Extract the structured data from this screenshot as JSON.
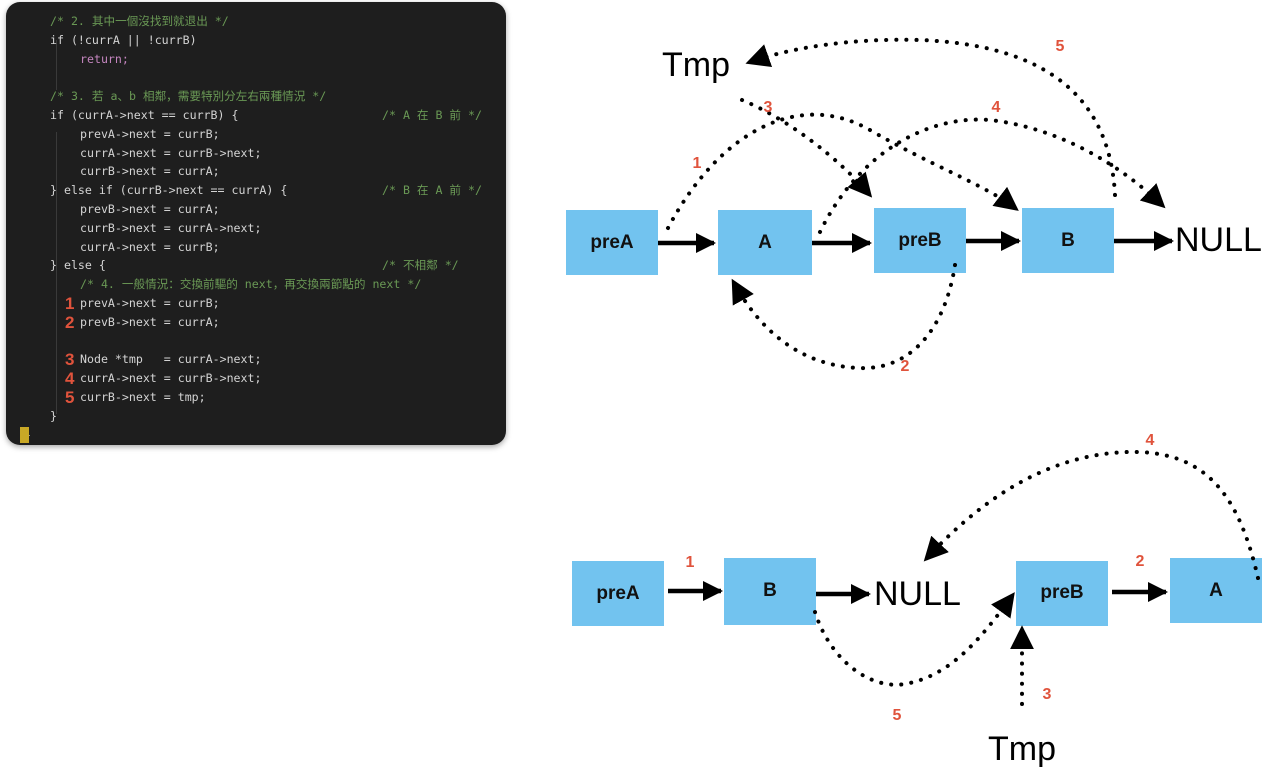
{
  "code": {
    "lines": [
      {
        "text": "/* 2. 其中一個沒找到就退出 */",
        "kind": "comment",
        "indent": 1,
        "step": "",
        "trailing_comment": ""
      },
      {
        "text": "if (!currA || !currB)",
        "kind": "code",
        "indent": 1,
        "step": "",
        "trailing_comment": ""
      },
      {
        "text": "return;",
        "kind": "keyword",
        "indent": 2,
        "step": "",
        "trailing_comment": ""
      },
      {
        "text": "",
        "kind": "code",
        "indent": 1,
        "step": "",
        "trailing_comment": ""
      },
      {
        "text": "/* 3. 若 a、b 相鄰，需要特別分左右兩種情況 */",
        "kind": "comment",
        "indent": 1,
        "step": "",
        "trailing_comment": ""
      },
      {
        "text": "if (currA->next == currB) {",
        "kind": "code",
        "indent": 1,
        "step": "",
        "trailing_comment": "/* A 在 B 前 */"
      },
      {
        "text": "prevA->next = currB;",
        "kind": "code",
        "indent": 2,
        "step": "",
        "trailing_comment": ""
      },
      {
        "text": "currA->next = currB->next;",
        "kind": "code",
        "indent": 2,
        "step": "",
        "trailing_comment": ""
      },
      {
        "text": "currB->next = currA;",
        "kind": "code",
        "indent": 2,
        "step": "",
        "trailing_comment": ""
      },
      {
        "text": "} else if (currB->next == currA) {",
        "kind": "code",
        "indent": 1,
        "step": "",
        "trailing_comment": "/* B 在 A 前 */"
      },
      {
        "text": "prevB->next = currA;",
        "kind": "code",
        "indent": 2,
        "step": "",
        "trailing_comment": ""
      },
      {
        "text": "currB->next = currA->next;",
        "kind": "code",
        "indent": 2,
        "step": "",
        "trailing_comment": ""
      },
      {
        "text": "currA->next = currB;",
        "kind": "code",
        "indent": 2,
        "step": "",
        "trailing_comment": ""
      },
      {
        "text": "} else {",
        "kind": "code",
        "indent": 1,
        "step": "",
        "trailing_comment": "/* 不相鄰 */"
      },
      {
        "text": "/* 4. 一般情況：交換前驅的 next，再交換兩節點的 next */",
        "kind": "comment",
        "indent": 2,
        "step": "",
        "trailing_comment": ""
      },
      {
        "text": "prevA->next = currB;",
        "kind": "code",
        "indent": 2,
        "step": "1",
        "trailing_comment": ""
      },
      {
        "text": "prevB->next = currA;",
        "kind": "code",
        "indent": 2,
        "step": "2",
        "trailing_comment": ""
      },
      {
        "text": "",
        "kind": "code",
        "indent": 2,
        "step": "",
        "trailing_comment": ""
      },
      {
        "text": "Node *tmp   = currA->next;",
        "kind": "code",
        "indent": 2,
        "step": "3",
        "trailing_comment": ""
      },
      {
        "text": "currA->next = currB->next;",
        "kind": "code",
        "indent": 2,
        "step": "4",
        "trailing_comment": ""
      },
      {
        "text": "currB->next = tmp;",
        "kind": "code",
        "indent": 2,
        "step": "5",
        "trailing_comment": ""
      },
      {
        "text": "}",
        "kind": "code",
        "indent": 1,
        "step": "",
        "trailing_comment": ""
      },
      {
        "text": "}",
        "kind": "code",
        "indent": 0,
        "step": "",
        "trailing_comment": ""
      }
    ],
    "colors": {
      "background": "#1e1e1e",
      "comment": "#6a9955",
      "keyword": "#c586c0",
      "text": "#d4d4d4",
      "step": "#e0533c",
      "cursor": "#c9a826"
    }
  },
  "diagram": {
    "top": {
      "nodes": [
        "preA",
        "A",
        "preB",
        "B"
      ],
      "null_label": "NULL",
      "tmp_label": "Tmp",
      "steps": [
        "1",
        "2",
        "3",
        "4",
        "5"
      ]
    },
    "bottom": {
      "nodes": [
        "preA",
        "B",
        "preB",
        "A"
      ],
      "null_label": "NULL",
      "tmp_label": "Tmp",
      "steps": [
        "1",
        "2",
        "3",
        "4",
        "5"
      ]
    },
    "colors": {
      "node": "#72c3ef",
      "step": "#e0533c"
    }
  }
}
